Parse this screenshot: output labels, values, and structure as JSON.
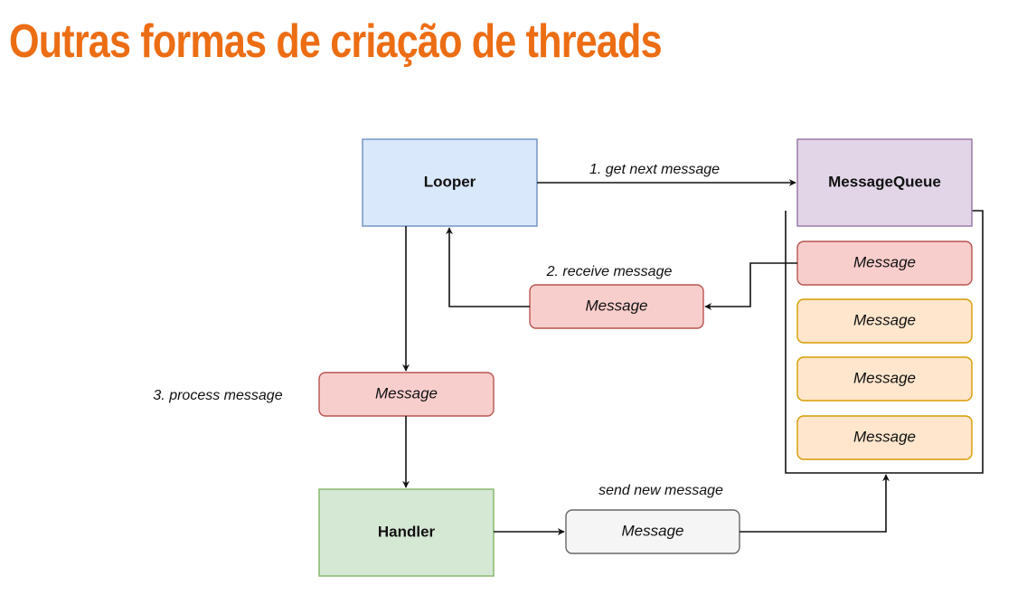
{
  "slide": {
    "title": "Outras formas de criação de threads"
  },
  "colors": {
    "title": "#ec6d14",
    "looper_fill": "#dae8fc",
    "looper_stroke": "#6c8ebf",
    "queue_fill": "#e1d5e7",
    "queue_stroke": "#9673a6",
    "handler_fill": "#d5e8d4",
    "handler_stroke": "#82b366",
    "message_red_fill": "#f8cecc",
    "message_red_stroke": "#b85450",
    "message_orange_fill": "#ffe6cc",
    "message_orange_stroke": "#d79b00",
    "message_gray_fill": "#f5f5f5",
    "message_gray_stroke": "#666666"
  },
  "diagram": {
    "nodes": {
      "looper": "Looper",
      "message_queue": "MessageQueue",
      "handler": "Handler",
      "queue_messages": [
        "Message",
        "Message",
        "Message",
        "Message"
      ],
      "received_message": "Message",
      "processed_message": "Message",
      "new_message": "Message"
    },
    "edges": {
      "get_next": "1. get next message",
      "receive": "2. receive message",
      "process": "3. process message",
      "send_new": "send new message"
    }
  }
}
